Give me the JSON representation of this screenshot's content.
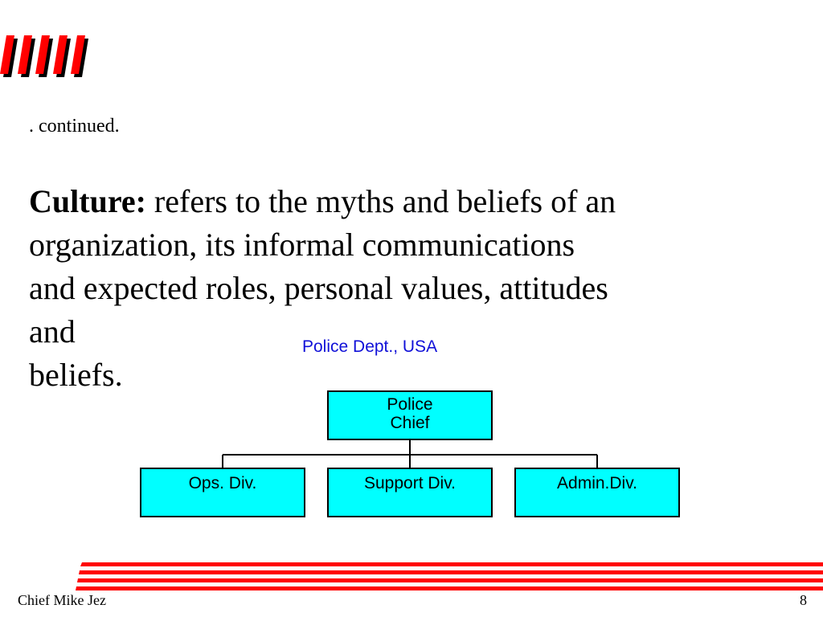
{
  "slide": {
    "continued": ". continued.",
    "term": "Culture:",
    "body_line1": " refers to the myths and beliefs of an",
    "body_line2": "organization, its informal communications",
    "body_line3": "and expected roles, personal values, attitudes",
    "body_line4": "and",
    "body_line5": "beliefs."
  },
  "org_chart": {
    "title": "Police Dept., USA",
    "chief_line1": "Police",
    "chief_line2": "Chief",
    "divisions": [
      "Ops. Div.",
      "Support Div.",
      "Admin.Div."
    ],
    "box_color": "#00ffff",
    "title_color": "#1010d8"
  },
  "footer": {
    "author": "Chief Mike Jez",
    "page_number": "8"
  },
  "colors": {
    "accent_red": "#ff0000"
  }
}
